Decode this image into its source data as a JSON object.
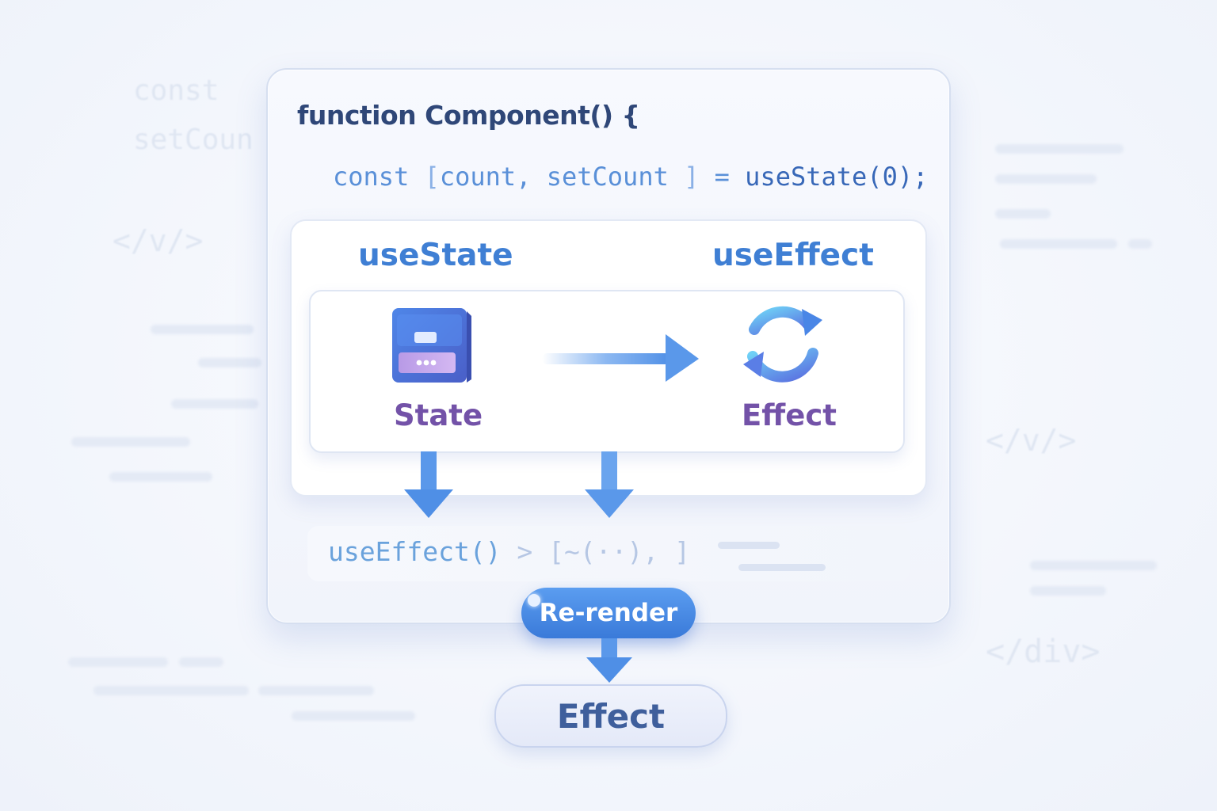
{
  "background": {
    "ghost_texts": [
      "const",
      "setCoun",
      "</v/>",
      "</v/>",
      "</div>"
    ]
  },
  "card": {
    "header": "function Component() {",
    "code": {
      "keyword": "const",
      "open_bracket": "[",
      "var1": "count,",
      "var2": "setCount",
      "close_bracket": "]",
      "equals": "=",
      "call": "useState",
      "args": "(0);"
    }
  },
  "hooks": {
    "state_title": "useState",
    "effect_title": "useEffect",
    "state_label": "State",
    "effect_label": "Effect",
    "state_icon": "storage-box-icon",
    "effect_icon": "refresh-cycle-icon"
  },
  "deps_line": {
    "call": "useEffect()",
    "gt": ">",
    "open": "[",
    "fn": "~(",
    "dots": "··",
    "close": "), ]"
  },
  "rerender_label": "Re-render",
  "effect_pill_label": "Effect",
  "colors": {
    "accent": "#3f7fd4",
    "label": "#7352a8",
    "header": "#2f4778"
  }
}
